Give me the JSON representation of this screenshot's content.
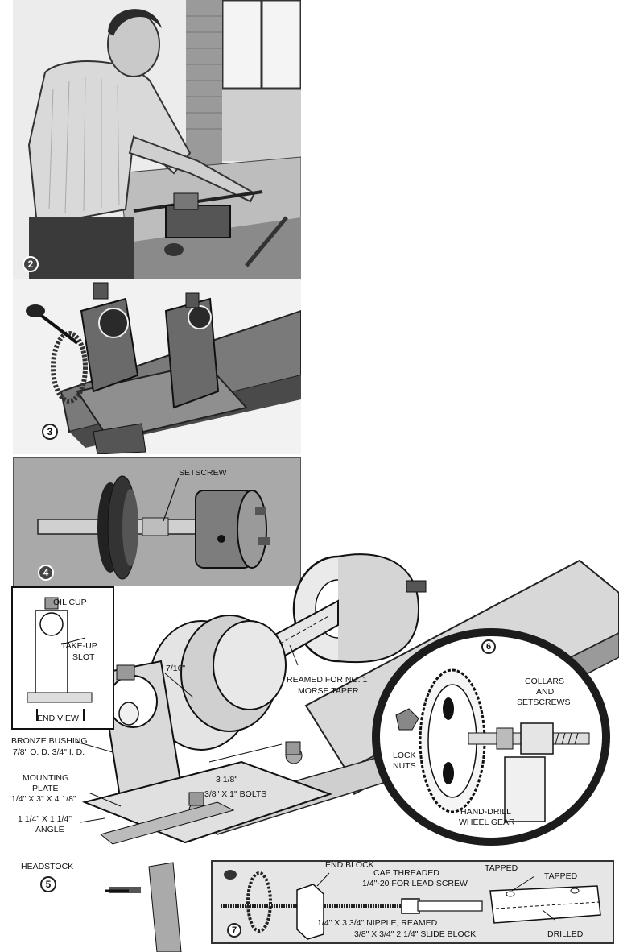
{
  "figures": {
    "fig2": {
      "number": "2"
    },
    "fig3": {
      "number": "3"
    },
    "fig4": {
      "number": "4",
      "labels": {
        "setscrew": "SETSCREW"
      }
    },
    "fig5": {
      "number": "5",
      "labels": {
        "oil_cup": "OIL CUP",
        "take_up": "TAKE-UP",
        "slot": "SLOT",
        "end_view": "END VIEW",
        "dim_7_16": "7/16\"",
        "reamed_1": "REAMED FOR NO. 1",
        "reamed_2": "MORSE TAPER",
        "bushing_1": "BRONZE BUSHING",
        "bushing_2": "7/8\" O. D. 3/4\" I. D.",
        "mount_1": "MOUNTING",
        "mount_2": "PLATE",
        "mount_3": "1/4\" X 3\" X 4 1/8\"",
        "dim_3_1_8": "3 1/8\"",
        "bolts": "3/8\" X 1\" BOLTS",
        "angle_1": "1 1/4\" X 1 1/4\"",
        "angle_2": "ANGLE",
        "headstock": "HEADSTOCK"
      }
    },
    "fig6": {
      "number": "6",
      "labels": {
        "collars_1": "COLLARS",
        "collars_2": "AND",
        "collars_3": "SETSCREWS",
        "lock_1": "LOCK",
        "lock_2": "NUTS",
        "gear_1": "HAND-DRILL",
        "gear_2": "WHEEL GEAR"
      }
    },
    "fig7": {
      "number": "7",
      "labels": {
        "end_block": "END BLOCK",
        "cap_1": "CAP THREADED",
        "cap_2": "1/4\"-20 FOR LEAD SCREW",
        "tapped_a": "TAPPED",
        "tapped_b": "TAPPED",
        "nipple_1": "1/4\" X 3 3/4\" NIPPLE, REAMED",
        "nipple_2": "3/8\" X 3/4\" 2 1/4\" SLIDE BLOCK",
        "drilled": "DRILLED"
      }
    }
  }
}
